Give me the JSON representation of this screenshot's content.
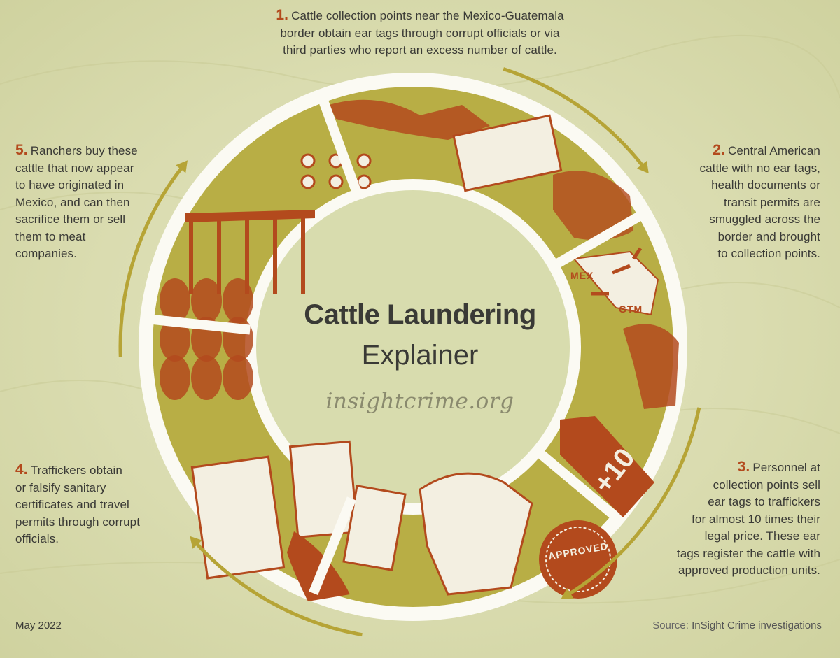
{
  "steps": [
    {
      "num": "1.",
      "lines": [
        "Cattle collection points near the Mexico-Guatemala",
        "border obtain ear tags through corrupt officials or via",
        "third parties who report an excess number of cattle."
      ]
    },
    {
      "num": "2.",
      "lines": [
        "Central American",
        "cattle with no ear tags,",
        "health documents or",
        "transit permits are",
        "smuggled across the",
        "border and brought",
        "to collection points."
      ]
    },
    {
      "num": "3.",
      "lines": [
        "Personnel at",
        "collection points sell",
        "ear tags to traffickers",
        "for almost 10 times their",
        "legal price. These ear",
        "tags register the cattle with",
        "approved production units."
      ]
    },
    {
      "num": "4.",
      "lines": [
        "Traffickers obtain",
        "or falsify sanitary",
        "certificates and travel",
        "permits through corrupt",
        "officials."
      ]
    },
    {
      "num": "5.",
      "lines": [
        "Ranchers buy these",
        "cattle that now appear",
        "to have originated in",
        "Mexico, and can then",
        "sacrifice them or sell",
        "them to meat",
        "companies."
      ]
    }
  ],
  "center": {
    "title_bold": "Cattle Laundering",
    "title_light": "Explainer",
    "website": "insightcrime.org"
  },
  "map_labels": {
    "mexico": "MEX",
    "guatemala": "GTM"
  },
  "ear_tag_text": "+10",
  "stamp_text": "APPROVED",
  "footer": {
    "date": "May 2022",
    "source_label": "Source:",
    "source_text": "InSight Crime investigations"
  },
  "colors": {
    "background": "#dcdeb4",
    "accent_rust": "#b34a1d",
    "panel_green": "#b8ae45",
    "ring_white": "#fbfaf3",
    "arrow_olive": "#b6a436",
    "text": "#3a3a36"
  }
}
